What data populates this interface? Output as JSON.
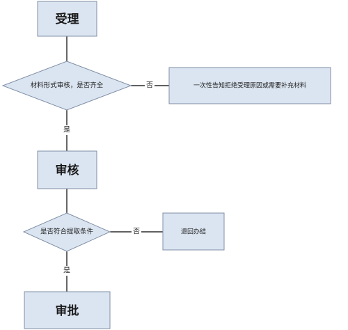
{
  "colors": {
    "fill": "#dbe5f1",
    "stroke": "#7f8fa6",
    "line": "#000000"
  },
  "nodes": {
    "accept": "受理",
    "check_materials": "材料形式审核，是否齐全",
    "notify": "一次性告知拒绝受理原因或需要补充材料",
    "review": "审核",
    "meets_conditions": "是否符合提取条件",
    "return": "退回办结",
    "approve": "审批"
  },
  "edges": {
    "check_no": "否",
    "check_yes": "是",
    "meets_no": "否",
    "meets_yes": "是"
  }
}
